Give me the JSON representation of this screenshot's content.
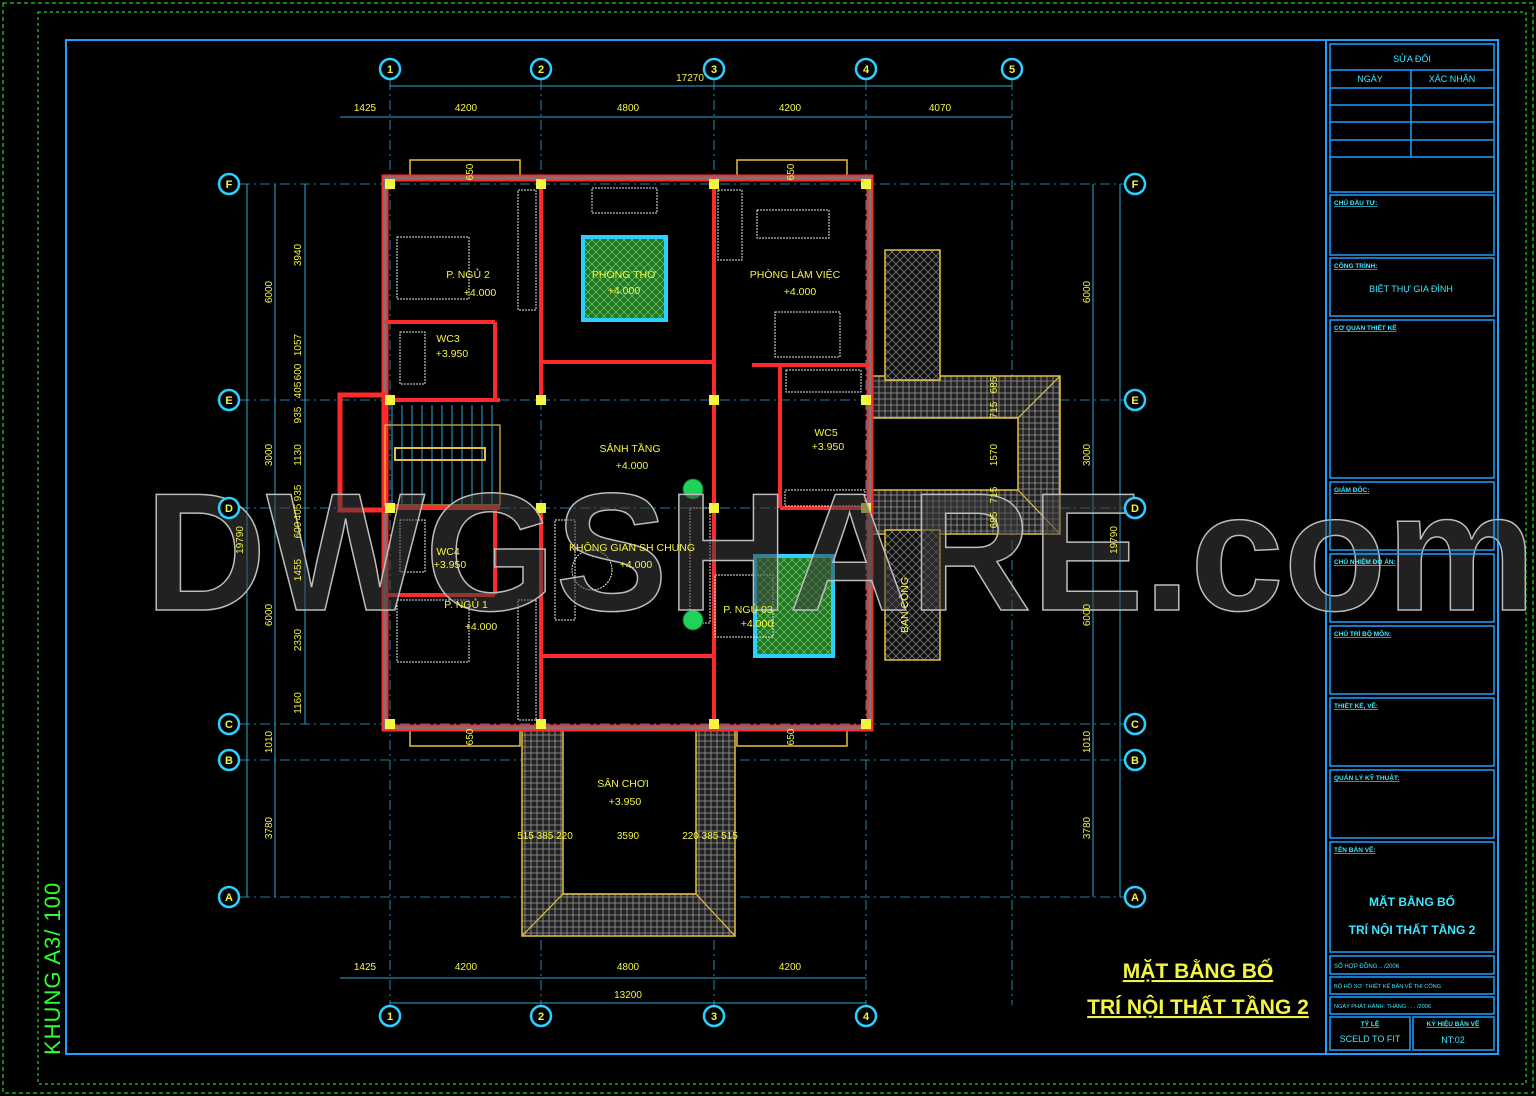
{
  "frame_label": "KHUNG A3/ 100",
  "watermark": "DWGSHARE.com",
  "drawing_title": {
    "line1": "MẶT BẰNG BỐ",
    "line2": "TRÍ NỘI THẤT TẦNG 2"
  },
  "grid_axes": {
    "columns": [
      "1",
      "2",
      "3",
      "4",
      "5"
    ],
    "bottom_columns": [
      "1",
      "2",
      "3",
      "4"
    ],
    "rows": [
      "F",
      "E",
      "D",
      "C",
      "B",
      "A"
    ]
  },
  "dimensions": {
    "top_total": "17270",
    "top": [
      "1425",
      "4200",
      "4800",
      "4200",
      "4070"
    ],
    "bottom": [
      "1425",
      "4200",
      "4800",
      "4200"
    ],
    "bottom_total": "13200",
    "left_total": "19790",
    "left_main": [
      "6000",
      "3000",
      "6000",
      "1010",
      "3780"
    ],
    "left_detail": [
      "3940",
      "1057",
      "600",
      "405",
      "935",
      "1130",
      "935",
      "405",
      "600",
      "1455",
      "2330",
      "1160"
    ],
    "right_main": [
      "6000",
      "3000",
      "6000",
      "1010",
      "3780"
    ],
    "right_total": "19790",
    "terrace": [
      "685",
      "715",
      "1570",
      "715",
      "685"
    ],
    "playground": [
      "515 385 220",
      "3590",
      "220 385 515"
    ],
    "balcony": "650"
  },
  "rooms": [
    {
      "name": "P. NGỦ 2",
      "level": "+4.000"
    },
    {
      "name": "PHÒNG THỜ",
      "level": "+4.000"
    },
    {
      "name": "PHÒNG LÀM VIỆC",
      "level": "+4.000"
    },
    {
      "name": "WC3",
      "level": "+3.950"
    },
    {
      "name": "WC5",
      "level": "+3.950"
    },
    {
      "name": "SẢNH TẦNG",
      "level": "+4.000"
    },
    {
      "name": "WC4",
      "level": "+3.950"
    },
    {
      "name": "KHÔNG GIAN SH CHUNG",
      "level": "+4.000"
    },
    {
      "name": "P. NGỦ 1",
      "level": "+4.000"
    },
    {
      "name": "P. NGỦ 03",
      "level": "+4.000"
    },
    {
      "name": "BAN CÔNG",
      "level": ""
    },
    {
      "name": "SÂN CHƠI",
      "level": "+3.950"
    }
  ],
  "title_block": {
    "revision": "SỬA ĐỔI",
    "date_col": "NGÀY",
    "confirm_col": "XÁC NHẬN",
    "owner": "CHỦ ĐẦU TƯ:",
    "project_label": "CÔNG TRÌNH:",
    "project": "BIỆT THỰ GIA ĐÌNH",
    "design_agency": "CƠ QUAN THIẾT KẾ",
    "director": "GIÁM ĐỐC:",
    "project_manager": "CHỦ NHIỆM ĐỒ ÁN:",
    "dept_head": "CHỦ TRÌ BỘ MÔN:",
    "designer": "THIẾT KẾ, VẼ:",
    "technical": "QUẢN LÝ KỸ THUẬT:",
    "drawing_name_label": "TÊN BẢN VẼ:",
    "drawing_name_1": "MẶT BẰNG BỐ",
    "drawing_name_2": "TRÍ NỘI THẤT TẦNG 2",
    "contract": "SỐ HỢP ĐỒNG .. /2006",
    "dossier": "BỘ HỒ SƠ: THIẾT KẾ BẢN VẼ THI CÔNG",
    "issue_date": "NGÀY PHÁT HÀNH:  THÁNG . . . /2006",
    "scale_label": "TỶ LỆ",
    "scale": "SCELD TO FIT",
    "code_label": "KÝ HIỆU BẢN VẼ",
    "code": "NT:02"
  },
  "colors": {
    "wall": "#ff2a2a",
    "dimension": "#2aa8d8",
    "text": "#f4f442",
    "frame": "#1ea0ff",
    "title_block_text": "#3ee6ff",
    "frame_label": "#2cff2c"
  }
}
